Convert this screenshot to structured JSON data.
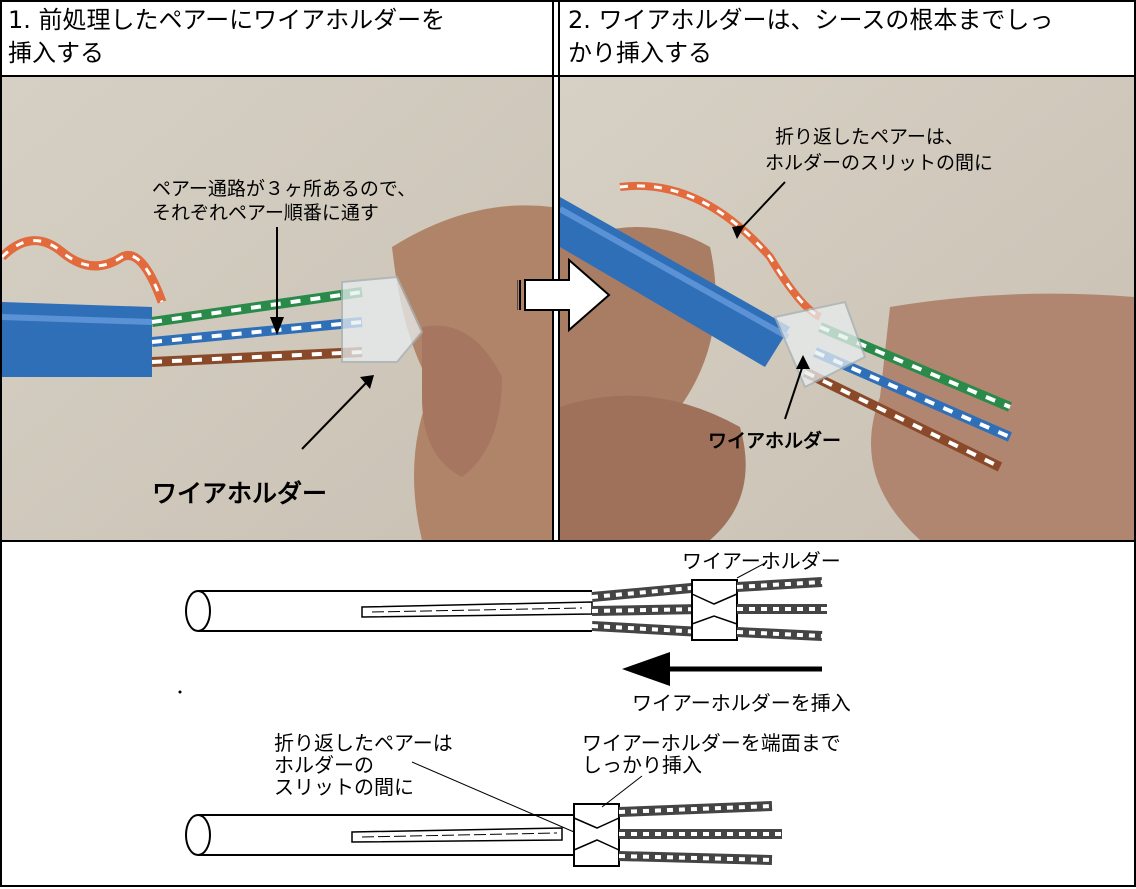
{
  "header": {
    "step1_line1": "1. 前処理したペアーにワイアホルダーを",
    "step1_line2": "挿入する",
    "step2_line1": "2. ワイアホルダーは、シースの根本までしっ",
    "step2_line2": "かり挿入する"
  },
  "photo1": {
    "note_line1": "ペアー通路が３ヶ所あるので、",
    "note_line2": "それぞれペアー順番に通す",
    "holder_label": "ワイアホルダー"
  },
  "photo2": {
    "note_line1": "折り返したペアーは、",
    "note_line2": "ホルダーのスリットの間に",
    "holder_label": "ワイアホルダー"
  },
  "diagram": {
    "holder_label": "ワイアーホルダー",
    "insert_label": "ワイアーホルダーを挿入",
    "slit_line1": "折り返したペアーは",
    "slit_line2": "ホルダーの",
    "slit_line3": "スリットの間に",
    "end_line1": "ワイアーホルダーを端面まで",
    "end_line2": "しっかり挿入"
  },
  "colors": {
    "cable_blue": "#2f6fb8",
    "background_beige": "#d9d3c6",
    "skin": "#b98a70"
  }
}
